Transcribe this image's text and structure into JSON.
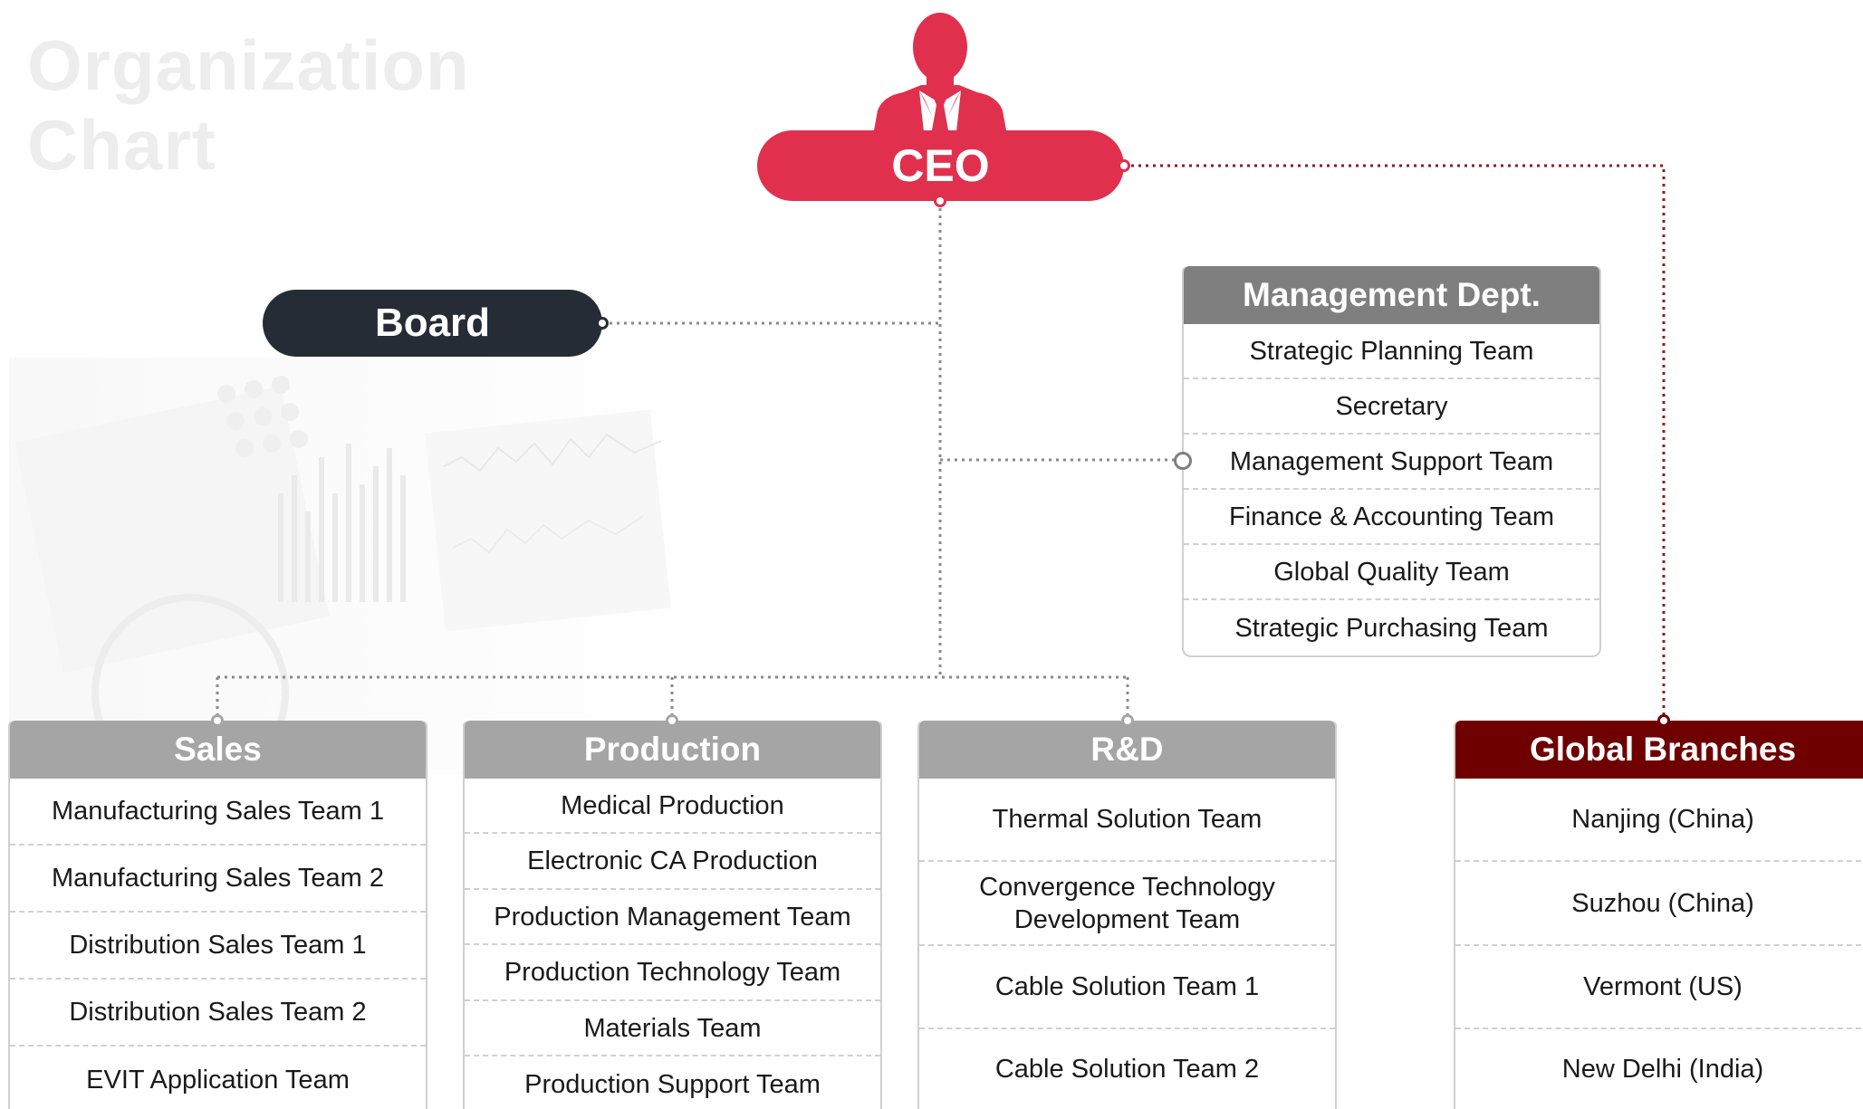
{
  "title_lines": [
    "Organization",
    "Chart"
  ],
  "ceo": {
    "label": "CEO"
  },
  "board": {
    "label": "Board"
  },
  "management": {
    "title": "Management Dept.",
    "items": [
      "Strategic Planning Team",
      "Secretary",
      "Management Support Team",
      "Finance & Accounting Team",
      "Global Quality Team",
      "Strategic Purchasing Team"
    ]
  },
  "sales": {
    "title": "Sales",
    "items": [
      "Manufacturing Sales Team 1",
      "Manufacturing Sales Team 2",
      "Distribution Sales Team 1",
      "Distribution Sales Team 2",
      "EVIT Application Team"
    ]
  },
  "production": {
    "title": "Production",
    "items": [
      "Medical Production",
      "Electronic CA Production",
      "Production Management Team",
      "Production Technology Team",
      "Materials Team",
      "Production Support Team"
    ]
  },
  "rnd": {
    "title": "R&D",
    "items": [
      "Thermal Solution Team",
      "Convergence Technology Development Team",
      "Cable Solution Team 1",
      "Cable Solution Team 2"
    ]
  },
  "global": {
    "title": "Global Branches",
    "items": [
      "Nanjing (China)",
      "Suzhou (China)",
      "Vermont (US)",
      "New Delhi (India)"
    ]
  },
  "colors": {
    "ceo_red": "#e0304d",
    "board_dark": "#262c35",
    "header_gray": "#a5a5a5",
    "mgmt_header_gray": "#7f7f7f",
    "global_maroon": "#6e0000",
    "connector_gray": "#8a8a8a",
    "connector_red": "#8b1c2a"
  },
  "icons": [
    "businessman-icon"
  ]
}
